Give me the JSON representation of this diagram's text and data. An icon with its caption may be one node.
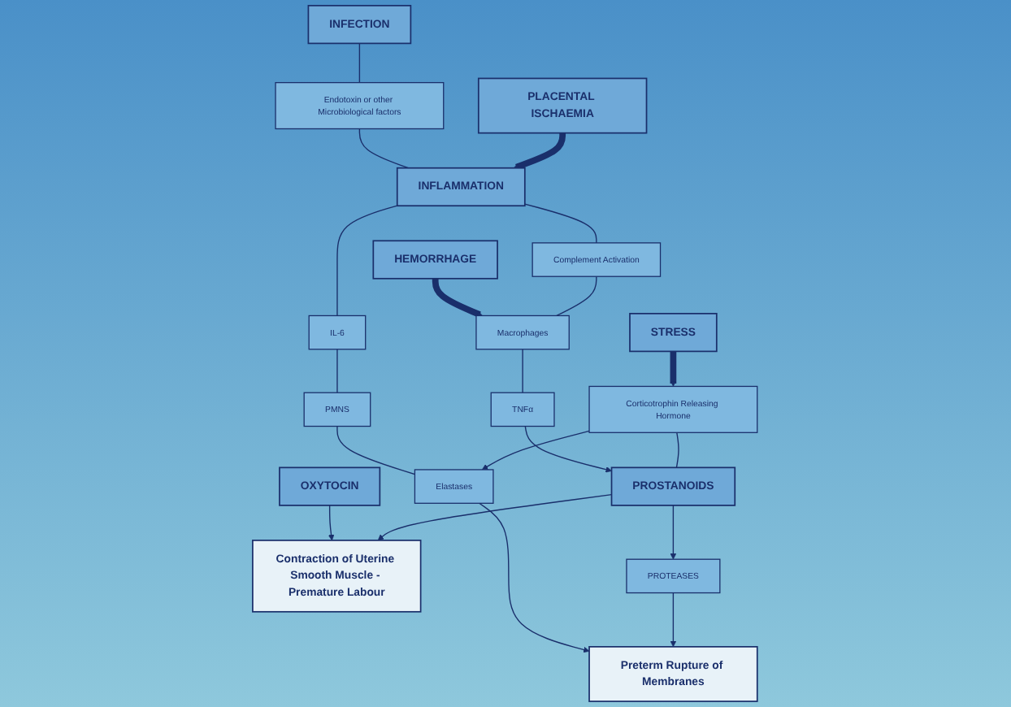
{
  "diagram": {
    "nodes": [
      {
        "text": [
          "INFECTION"
        ]
      },
      {
        "text": [
          "Endotoxin or other Microbiological factors"
        ]
      },
      {
        "text": [
          "INFLAMMATION"
        ]
      },
      {
        "text": [
          "HEMORRHAGE"
        ]
      },
      {
        "text": [
          "PLACENTAL ISCHAEMIA"
        ]
      },
      {
        "text": [
          "Complement Activation"
        ]
      },
      {
        "text": [
          "IL-6"
        ]
      },
      {
        "text": [
          "Macrophages"
        ]
      },
      {
        "text": [
          "PMNS"
        ]
      },
      {
        "text": [
          "TNFα"
        ]
      },
      {
        "text": [
          "Elastases"
        ]
      },
      {
        "text": [
          "Corticotrophin Releasing Hormone"
        ]
      },
      {
        "text": [
          "STRESS"
        ]
      },
      {
        "text": [
          "OXYTOCIN"
        ]
      },
      {
        "text": [
          "PROSTANOIDS"
        ]
      },
      {
        "text": [
          "Contraction of Uterine Smooth Muscle - Premature Labour"
        ]
      },
      {
        "text": [
          "PROTEASES"
        ]
      },
      {
        "text": [
          "Preterm Rupture of Membranes"
        ]
      }
    ],
    "edges": [
      {
        "from": 0,
        "to": 1,
        "arrow": "none"
      },
      {
        "from": 1,
        "to": 2,
        "arrow": "none"
      },
      {
        "from": 4,
        "to": 2,
        "arrow": "to",
        "style": "thick"
      },
      {
        "from": 2,
        "to": 5,
        "arrow": "none"
      },
      {
        "from": 2,
        "to": 6,
        "arrow": "none"
      },
      {
        "from": 3,
        "to": 7,
        "arrow": "to",
        "style": "thick"
      },
      {
        "from": 5,
        "to": 7,
        "arrow": "none"
      },
      {
        "from": 6,
        "to": 8,
        "arrow": "none"
      },
      {
        "from": 7,
        "to": 9,
        "arrow": "none"
      },
      {
        "from": 8,
        "to": 10,
        "arrow": "none"
      },
      {
        "from": 9,
        "to": 14,
        "arrow": "to"
      },
      {
        "from": 11,
        "to": 10,
        "arrow": "to"
      },
      {
        "from": 12,
        "to": 11,
        "arrow": "to",
        "style": "thick"
      },
      {
        "from": 11,
        "to": 14,
        "arrow": "none"
      },
      {
        "from": 10,
        "to": 17,
        "arrow": "to"
      },
      {
        "from": 13,
        "to": 15,
        "arrow": "to"
      },
      {
        "from": 14,
        "to": 15,
        "arrow": "to"
      },
      {
        "from": 14,
        "to": 16,
        "arrow": "to"
      },
      {
        "from": 16,
        "to": 17,
        "arrow": "to"
      }
    ]
  }
}
